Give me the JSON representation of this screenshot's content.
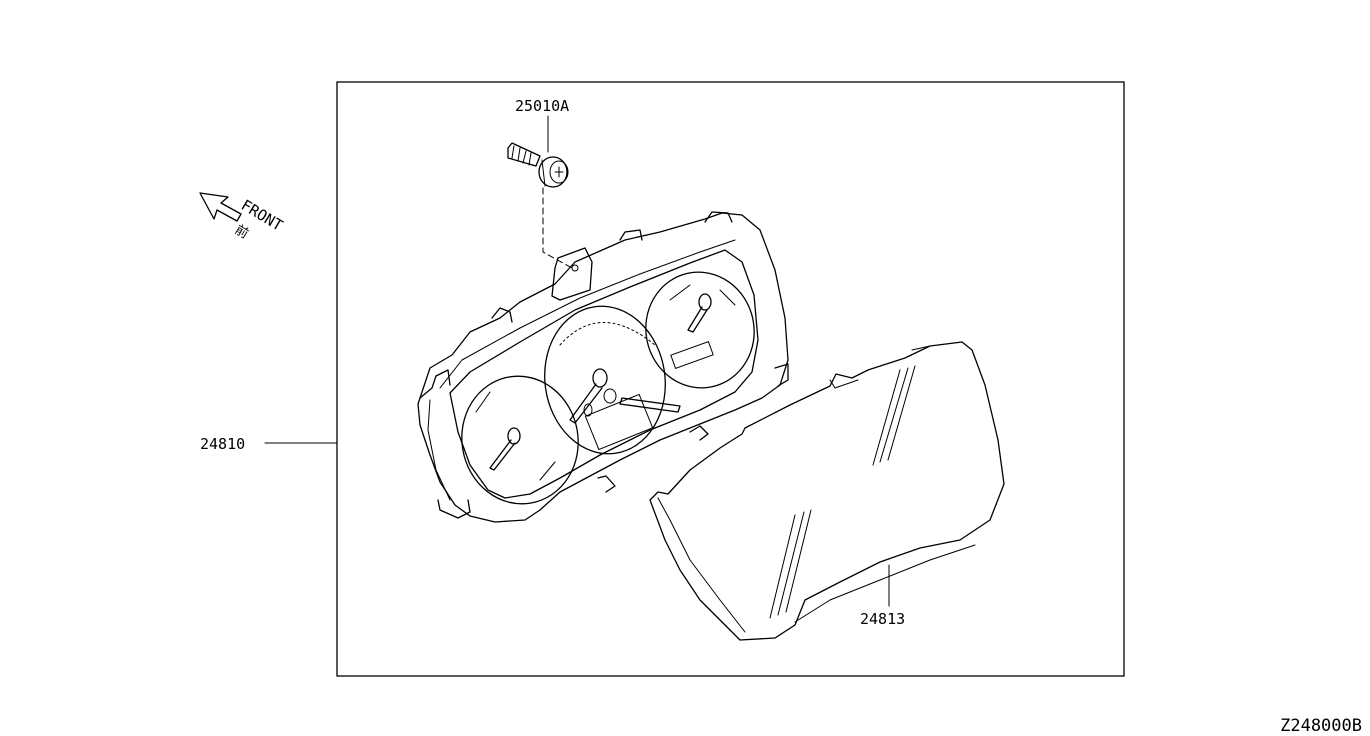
{
  "parts": {
    "screw": "25010A",
    "cluster": "24810",
    "lens": "24813"
  },
  "orientation": {
    "label": "FRONT",
    "kanji": "前"
  },
  "diagram_code": "Z248000B"
}
